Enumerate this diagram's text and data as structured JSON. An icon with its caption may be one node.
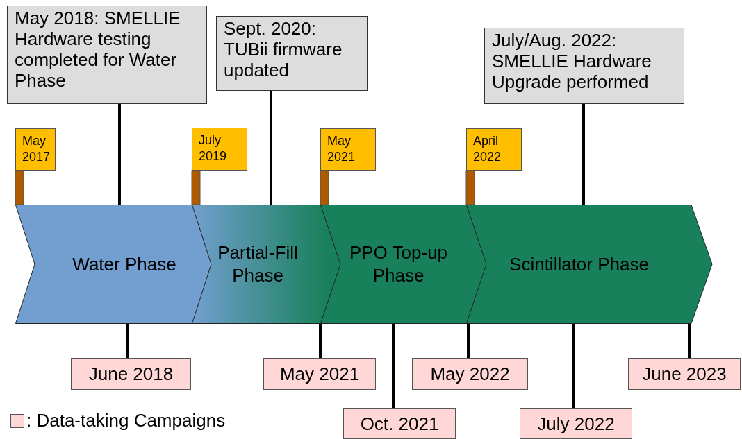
{
  "diagram": {
    "nodes": [
      {
        "text": [
          "May 2018: SMELLIE Hardware testing completed for Water Phase"
        ]
      },
      {
        "text": [
          "Sept. 2020: TUBii firmware updated"
        ]
      },
      {
        "text": [
          "July/Aug. 2022: SMELLIE Hardware Upgrade performed"
        ]
      },
      {
        "text": [
          "May 2017"
        ]
      },
      {
        "text": [
          "July 2019"
        ]
      },
      {
        "text": [
          "May 2021"
        ]
      },
      {
        "text": [
          "April 2022"
        ]
      },
      {
        "text": [
          "Water Phase"
        ]
      },
      {
        "text": [
          "Partial-Fill Phase"
        ]
      },
      {
        "text": [
          "PPO Top-up Phase"
        ]
      },
      {
        "text": [
          "Scintillator Phase"
        ]
      },
      {
        "text": [
          "June 2018"
        ]
      },
      {
        "text": [
          "May 2021"
        ]
      },
      {
        "text": [
          "Oct. 2021"
        ]
      },
      {
        "text": [
          "May 2022"
        ]
      },
      {
        "text": [
          "July 2022"
        ]
      },
      {
        "text": [
          "June 2023"
        ]
      }
    ],
    "edges": [
      {
        "from": 0,
        "to": 7,
        "arrow": "none"
      },
      {
        "from": 1,
        "to": 8,
        "arrow": "none"
      },
      {
        "from": 2,
        "to": 10,
        "arrow": "none"
      },
      {
        "from": 7,
        "to": 11,
        "arrow": "none"
      },
      {
        "from": 9,
        "to": 12,
        "arrow": "none"
      },
      {
        "from": 9,
        "to": 13,
        "arrow": "none"
      },
      {
        "from": 10,
        "to": 14,
        "arrow": "none"
      },
      {
        "from": 10,
        "to": 15,
        "arrow": "none"
      },
      {
        "from": 10,
        "to": 16,
        "arrow": "none"
      }
    ],
    "legend": [
      {
        "text": ": Data-taking Campaigns",
        "color": "#ffd7d7"
      }
    ]
  }
}
